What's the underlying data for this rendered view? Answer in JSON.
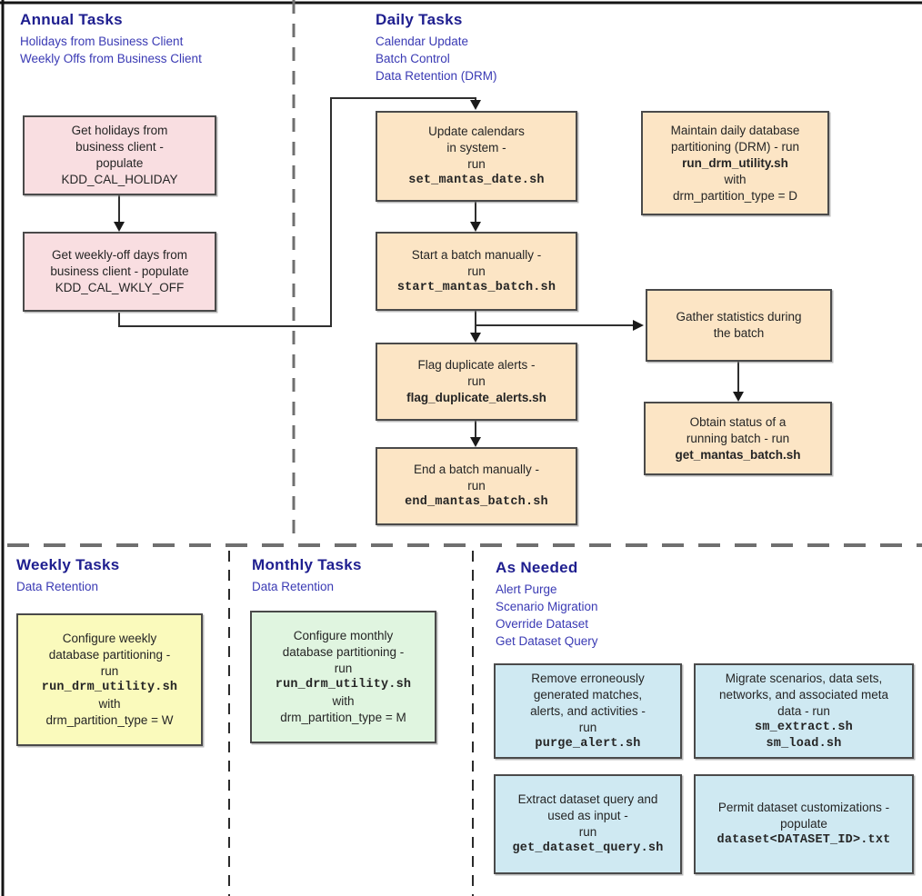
{
  "page_title": "Batch Task Scheduling Flow Diagram",
  "colors": {
    "box_pink": "#f9dee1",
    "box_peach": "#fce5c5",
    "box_yellow": "#fafabc",
    "box_green": "#e0f5e0",
    "box_blue": "#cfe9f2",
    "heading_navy": "#1e1e8f",
    "subtitle_blue": "#3a3ab4",
    "box_border": "#4a4a4a",
    "connector": "#2f2f2f"
  },
  "sections": {
    "annual": {
      "title": "Annual Tasks",
      "subtitles": [
        "Holidays from Business Client",
        "Weekly Offs from Business Client"
      ]
    },
    "daily": {
      "title": "Daily Tasks",
      "subtitles": [
        "Calendar Update",
        "Batch Control",
        "Data Retention (DRM)"
      ]
    },
    "weekly": {
      "title": "Weekly Tasks",
      "subtitles": [
        "Data Retention"
      ]
    },
    "monthly": {
      "title": "Monthly Tasks",
      "subtitles": [
        "Data Retention"
      ]
    },
    "as_needed": {
      "title": "As Needed",
      "subtitles": [
        "Alert Purge",
        "Scenario Migration",
        "Override Dataset",
        "Get Dataset Query"
      ]
    }
  },
  "boxes": {
    "get_holidays": {
      "lines": [
        "Get holidays from",
        "business client -",
        "populate",
        "KDD_CAL_HOLIDAY"
      ]
    },
    "get_weekly_off": {
      "lines": [
        "Get weekly-off days from",
        "business client - populate",
        "KDD_CAL_WKLY_OFF"
      ]
    },
    "update_calendars": {
      "lines": [
        "Update calendars",
        "in system -",
        "run",
        "set_mantas_date.sh"
      ]
    },
    "start_batch": {
      "lines": [
        "Start a batch manually -",
        "run",
        "start_mantas_batch.sh"
      ]
    },
    "flag_duplicates": {
      "lines": [
        "Flag duplicate alerts -",
        "run",
        "flag_duplicate_alerts.sh"
      ]
    },
    "end_batch": {
      "lines": [
        "End a batch manually -",
        "run",
        "end_mantas_batch.sh"
      ]
    },
    "maintain_daily_partitioning": {
      "lines": [
        "Maintain daily database",
        "partitioning (DRM) - run",
        "run_drm_utility.sh",
        "with",
        "drm_partition_type = D"
      ]
    },
    "gather_statistics": {
      "lines": [
        "Gather statistics during",
        "the batch"
      ]
    },
    "obtain_batch_status": {
      "lines": [
        "Obtain status of a",
        "running batch -  run",
        "get_mantas_batch.sh"
      ]
    },
    "configure_weekly_partitioning": {
      "lines": [
        "Configure weekly",
        "database partitioning -",
        "run",
        "run_drm_utility.sh",
        "with",
        "drm_partition_type = W"
      ]
    },
    "configure_monthly_partitioning": {
      "lines": [
        "Configure monthly",
        "database partitioning -",
        "run",
        "run_drm_utility.sh",
        "with",
        "drm_partition_type = M"
      ]
    },
    "purge_alerts": {
      "lines": [
        "Remove erroneously",
        "generated matches,",
        "alerts, and activities -",
        "run",
        "purge_alert.sh"
      ]
    },
    "migrate_scenarios": {
      "lines": [
        "Migrate scenarios, data sets,",
        "networks, and associated meta",
        "data - run",
        "sm_extract.sh",
        "sm_load.sh"
      ]
    },
    "extract_dataset_query": {
      "lines": [
        "Extract dataset query and",
        "used as input -",
        "run",
        "get_dataset_query.sh"
      ]
    },
    "permit_dataset_customizations": {
      "lines": [
        "Permit dataset customizations -",
        "populate",
        "dataset<DATASET_ID>.txt"
      ]
    }
  }
}
